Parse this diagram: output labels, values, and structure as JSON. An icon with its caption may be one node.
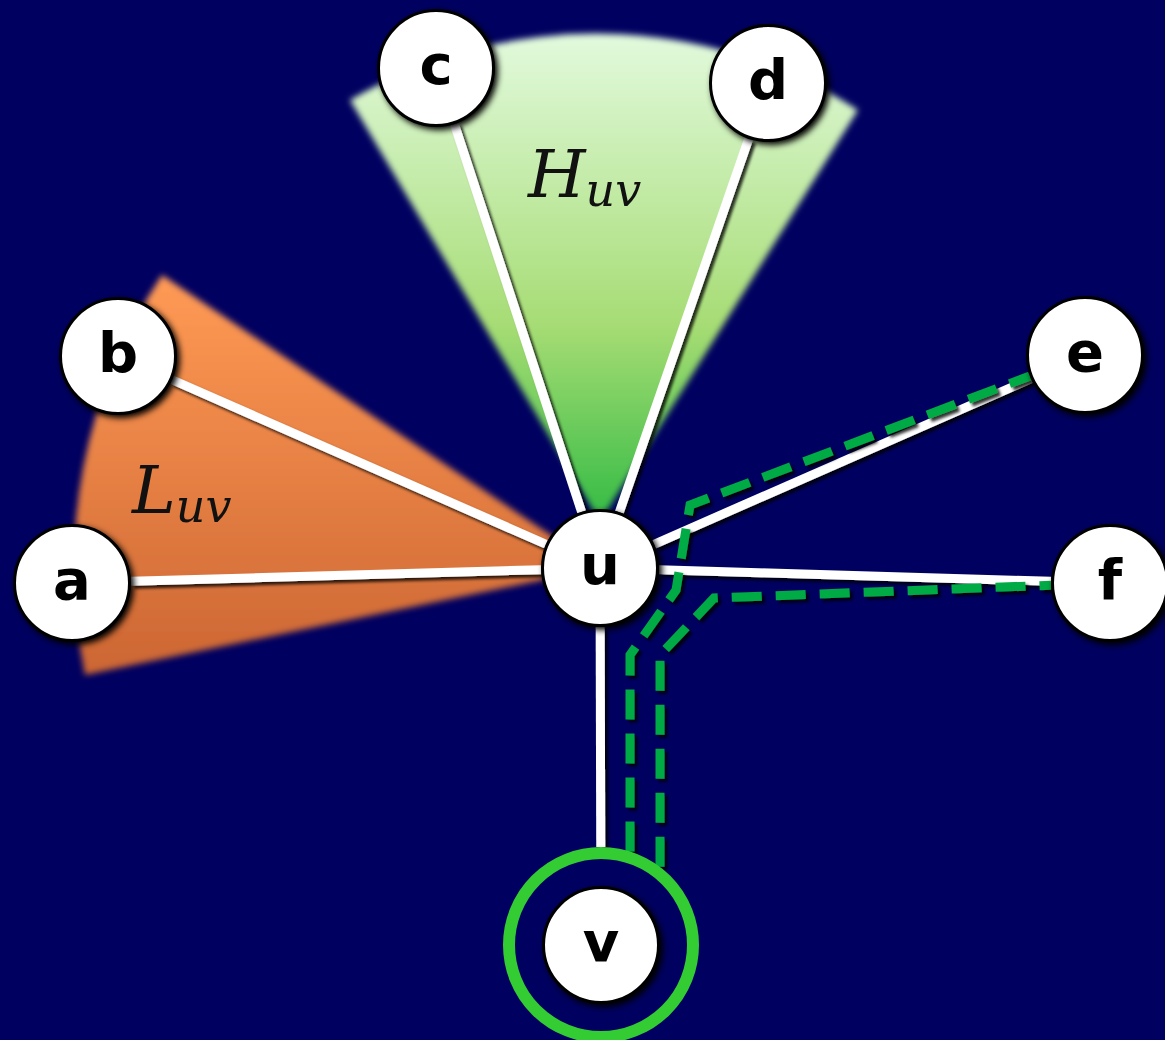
{
  "diagram": {
    "nodes": [
      {
        "text": [
          "c"
        ]
      },
      {
        "text": [
          "d"
        ]
      },
      {
        "text": [
          "b"
        ]
      },
      {
        "text": [
          "e"
        ]
      },
      {
        "text": [
          "a"
        ]
      },
      {
        "text": [
          "u"
        ]
      },
      {
        "text": [
          "f"
        ]
      },
      {
        "text": [
          "v"
        ]
      }
    ],
    "edges": [
      {
        "from": 5,
        "to": 4,
        "arrow": "none"
      },
      {
        "from": 5,
        "to": 2,
        "arrow": "none"
      },
      {
        "from": 5,
        "to": 0,
        "arrow": "none"
      },
      {
        "from": 5,
        "to": 1,
        "arrow": "none"
      },
      {
        "from": 5,
        "to": 3,
        "arrow": "none"
      },
      {
        "from": 5,
        "to": 6,
        "arrow": "none"
      },
      {
        "from": 5,
        "to": 7,
        "arrow": "none"
      },
      {
        "from": 7,
        "to": 3,
        "arrow": "none",
        "style": "dashed",
        "color": "#00aa44"
      },
      {
        "from": 7,
        "to": 6,
        "arrow": "none",
        "style": "dashed",
        "color": "#00aa44"
      }
    ],
    "labels": [
      "H$_{uv}$",
      "L$_{uv}$"
    ]
  }
}
